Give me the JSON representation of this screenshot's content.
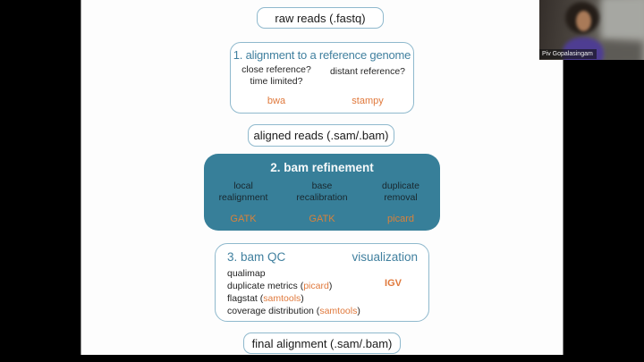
{
  "colors": {
    "background": "#000000",
    "slide_bg": "#FFFFFF",
    "box_border": "#8FB9CD",
    "heading_blue": "#41809F",
    "accent_teal_fill": "#377F99",
    "tool_orange": "#E0793C"
  },
  "video": {
    "participant_name": "Piv Gopalasingam"
  },
  "flow": {
    "raw_reads": "raw reads (.fastq)",
    "aligned_reads": "aligned reads (.sam/.bam)",
    "final_alignment": "final alignment (.sam/.bam)"
  },
  "step1": {
    "title": "1. alignment to a reference genome",
    "question_left_1": "close reference?",
    "question_left_2": "time limited?",
    "question_right": "distant reference?",
    "tool_left": "bwa",
    "tool_right": "stampy"
  },
  "step2": {
    "title": "2. bam refinement",
    "columns": [
      {
        "line1": "local",
        "line2": "realignment",
        "tool": "GATK"
      },
      {
        "line1": "base",
        "line2": "recalibration",
        "tool": "GATK"
      },
      {
        "line1": "duplicate",
        "line2": "removal",
        "tool": "picard"
      }
    ]
  },
  "step3": {
    "title": "3. bam QC",
    "viz_title": "visualization",
    "viz_tool": "IGV",
    "items": [
      {
        "pre": "qualimap",
        "tool": "",
        "post": ""
      },
      {
        "pre": "duplicate metrics (",
        "tool": "picard",
        "post": ")"
      },
      {
        "pre": "flagstat (",
        "tool": "samtools",
        "post": ")"
      },
      {
        "pre": "coverage distribution (",
        "tool": "samtools",
        "post": ")"
      }
    ]
  }
}
